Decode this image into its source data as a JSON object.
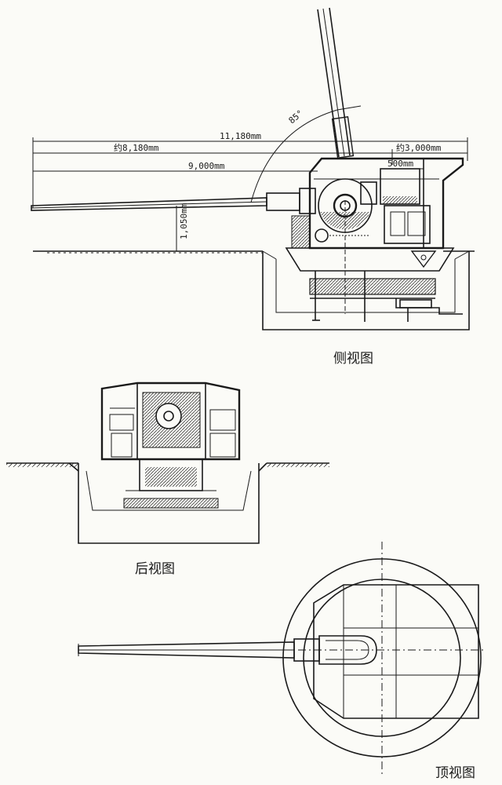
{
  "side_view": {
    "caption": "侧视图",
    "angle_label": "85°",
    "dim_total": "11,180mm",
    "dim_front": "约8,180mm",
    "dim_rear": "约3,000mm",
    "dim_barrel": "9,000mm",
    "dim_breech": "500mm",
    "dim_height": "1,050mm"
  },
  "rear_view": {
    "caption": "后视图"
  },
  "top_view": {
    "caption": "顶视图"
  }
}
